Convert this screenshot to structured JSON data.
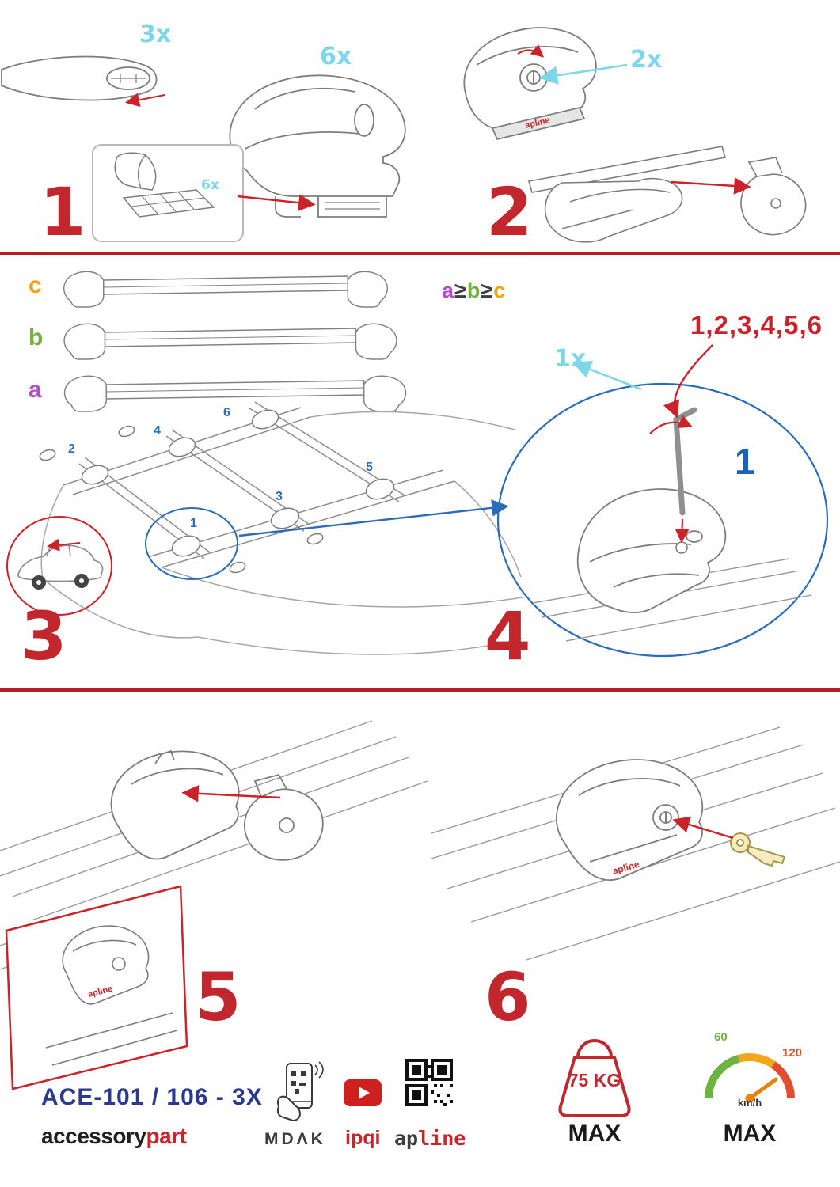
{
  "colors": {
    "accent_red": "#cc2229",
    "accent_cyan": "#7cd7e8",
    "accent_blue": "#2b6cb8",
    "navy": "#2b3990",
    "letter_a": "#b04fc6",
    "letter_b": "#76b043",
    "letter_c": "#f0a30a",
    "gauge_green": "#6cb33f",
    "gauge_yellow": "#f2a71b",
    "gauge_red": "#e04e2f"
  },
  "icons": {
    "youtube-icon": "red rounded rectangle with white play triangle",
    "qr-code-icon": "black QR pattern",
    "phone-scan-icon": "hand holding phone scanning QR",
    "weight-tag-icon": "red outlined weight tag",
    "speedometer-icon": "colored gauge with needle",
    "key-icon": "yellow lock key"
  },
  "step1": {
    "number": "1",
    "bar_qty": "3x",
    "foot_qty": "6x",
    "pad_qty": "6x"
  },
  "step2": {
    "number": "2",
    "lock_qty": "2x"
  },
  "step3": {
    "number": "3",
    "bar_c": "c",
    "bar_b": "b",
    "bar_a": "a",
    "positions": [
      "1",
      "2",
      "3",
      "4",
      "5",
      "6"
    ]
  },
  "step4": {
    "number": "4",
    "order_a": "a",
    "order_gte1": "≥",
    "order_b": "b",
    "order_gte2": "≥",
    "order_c": "c",
    "sequence": "1,2,3,4,5,6",
    "key_qty": "1x",
    "first_position": "1"
  },
  "step5": {
    "number": "5"
  },
  "step6": {
    "number": "6"
  },
  "product": {
    "logo": "apline"
  },
  "footer": {
    "model": "ACE-101 / 106 - 3X",
    "brand1_black": "accessory",
    "brand1_red": "part",
    "brand2": "MDΛK",
    "brand3": "ipqi",
    "brand4_black": "ap",
    "brand4_red": "line",
    "weight_value": "75 KG",
    "weight_max": "MAX",
    "gauge_low": "60",
    "gauge_high": "120",
    "gauge_unit": "km/h",
    "gauge_max": "MAX"
  }
}
